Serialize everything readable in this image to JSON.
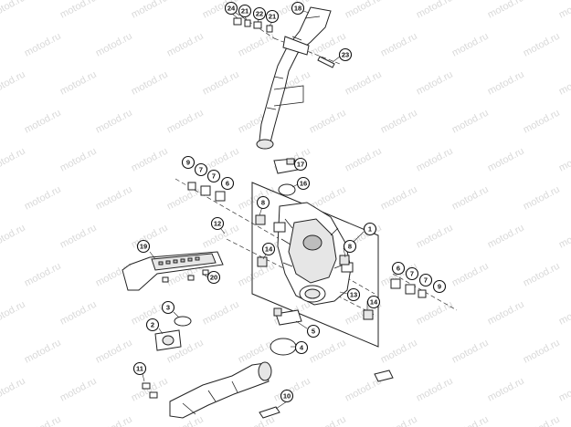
{
  "watermark": {
    "text": "motod.ru"
  },
  "callouts": [
    "24",
    "21",
    "22",
    "21",
    "18",
    "23",
    "17",
    "16",
    "9",
    "7",
    "7",
    "6",
    "8",
    "12",
    "1",
    "19",
    "14",
    "8",
    "20",
    "6",
    "7",
    "7",
    "9",
    "13",
    "14",
    "3",
    "2",
    "5",
    "4",
    "11",
    "10"
  ]
}
